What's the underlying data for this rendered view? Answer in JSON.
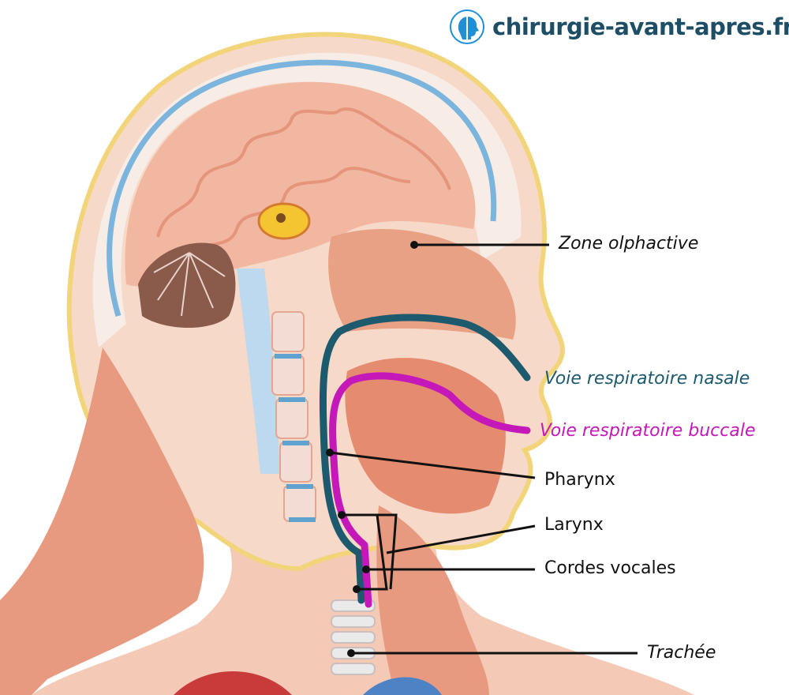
{
  "brand": {
    "name": "chirurgie-avant-apres.fr",
    "icon": "head-profile-logo-icon"
  },
  "labels": {
    "zone_olphactive": "Zone olphactive",
    "voie_nasale": "Voie respiratoire nasale",
    "voie_buccale": "Voie respiratoire buccale",
    "pharynx": "Pharynx",
    "larynx": "Larynx",
    "cordes_vocales": "Cordes vocales",
    "trachee": "Trachée"
  },
  "colors": {
    "nasal_path": "#1d5a6e",
    "oral_path": "#c419b8",
    "brand": "#1d4e66",
    "skin": "#f6d9c8",
    "muscle": "#e89a80",
    "brain": "#f1b7a0",
    "bone": "#f7ece6",
    "vein": "#7bb4dc",
    "outline": "#f2d57a"
  }
}
